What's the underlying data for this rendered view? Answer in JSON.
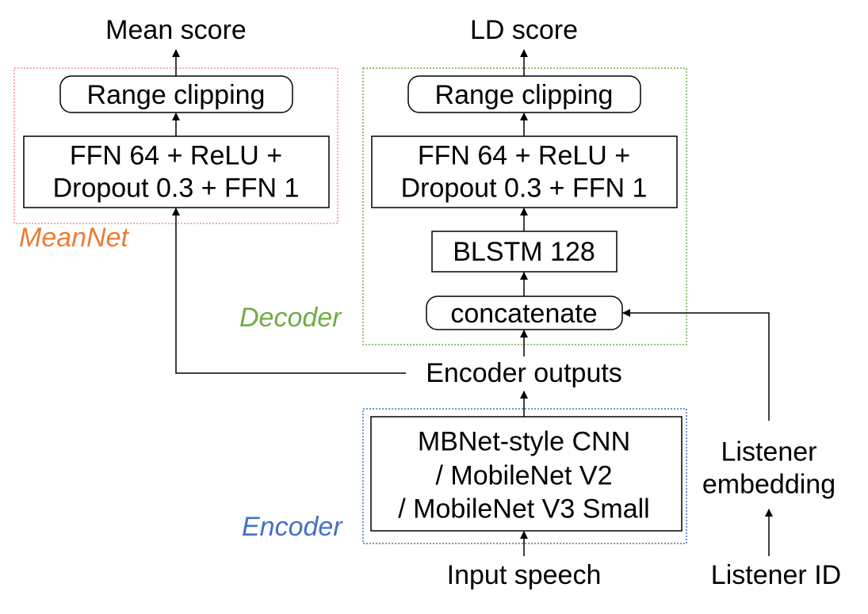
{
  "colors": {
    "meannet": "#ed7d31",
    "decoder": "#70ad47",
    "encoder": "#4472c4",
    "meannet_border": "#f08f8f"
  },
  "outputs": {
    "mean_score": "Mean score",
    "ld_score": "LD score"
  },
  "meannet": {
    "label": "MeanNet",
    "range_clipping": "Range clipping",
    "ffn": "FFN 64 + ReLU +\nDropout 0.3 + FFN 1"
  },
  "decoder": {
    "label": "Decoder",
    "range_clipping": "Range clipping",
    "ffn": "FFN 64 + ReLU +\nDropout 0.3 + FFN 1",
    "blstm": "BLSTM 128",
    "concatenate": "concatenate"
  },
  "encoder": {
    "label": "Encoder",
    "outputs": "Encoder outputs",
    "cnn": "MBNet-style CNN\n/ MobileNet V2\n/ MobileNet V3 Small"
  },
  "inputs": {
    "speech": "Input speech",
    "listener_embedding": "Listener\nembedding",
    "listener_id": "Listener ID"
  }
}
